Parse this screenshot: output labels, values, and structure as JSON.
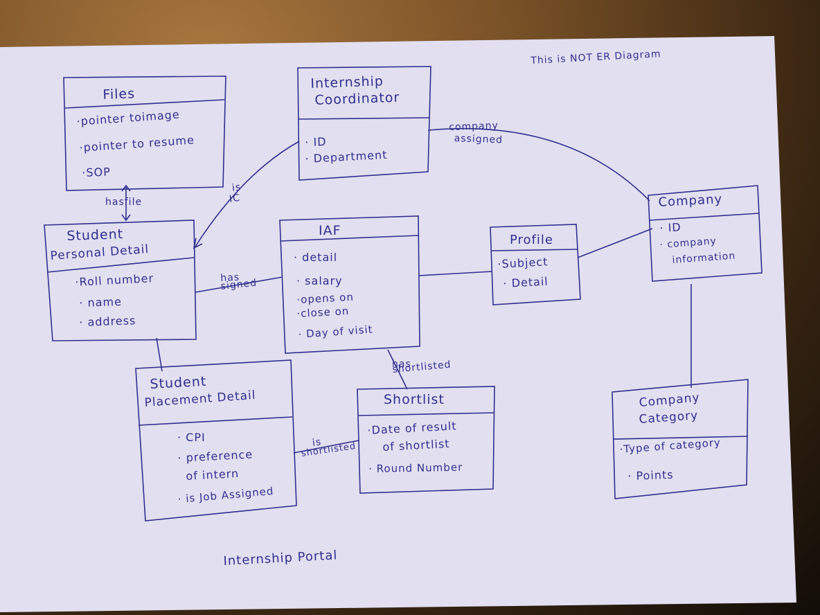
{
  "note": "This is NOT ER Diagram",
  "footer": "Internship Portal",
  "entities": {
    "files": {
      "title": "Files",
      "items": [
        "·pointer toimage",
        "·pointer to resume",
        "·SOP"
      ]
    },
    "coordinator": {
      "title_1": "Internship",
      "title_2": "Coordinator",
      "items": [
        "· ID",
        "· Department"
      ]
    },
    "student": {
      "title_1": "Student",
      "title_2": "Personal Detail",
      "items": [
        "·Roll number",
        "· name",
        "· address"
      ]
    },
    "iaf": {
      "title": "IAF",
      "items": [
        "· detail",
        "· salary",
        "·opens on",
        "·close on",
        "· Day of visit"
      ]
    },
    "profile": {
      "title": "Profile",
      "items": [
        "·Subject",
        "· Detail"
      ]
    },
    "company": {
      "title": "Company",
      "items": [
        "· ID",
        "· company",
        "information"
      ]
    },
    "placement": {
      "title_1": "Student",
      "title_2": "Placement Detail",
      "items": [
        "· CPI",
        "· preference",
        "of intern",
        "· is Job Assigned"
      ]
    },
    "shortlist": {
      "title": "Shortlist",
      "items": [
        "·Date of result",
        "of shortlist",
        "· Round Number"
      ]
    },
    "category": {
      "title_1": "Company",
      "title_2": "Category",
      "items": [
        "·Type of category",
        "· Points"
      ]
    }
  },
  "relations": {
    "hasfile": "hasfile",
    "is_ic_1": "is",
    "is_ic_2": "IC",
    "company_assigned_1": "company",
    "company_assigned_2": "assigned",
    "has_signed_1": "has",
    "has_signed_2": "signed",
    "has_shortlisted_1": "has",
    "has_shortlisted_2": "shortlisted",
    "is_shortlisted_1": "is",
    "is_shortlisted_2": "shortlisted"
  }
}
